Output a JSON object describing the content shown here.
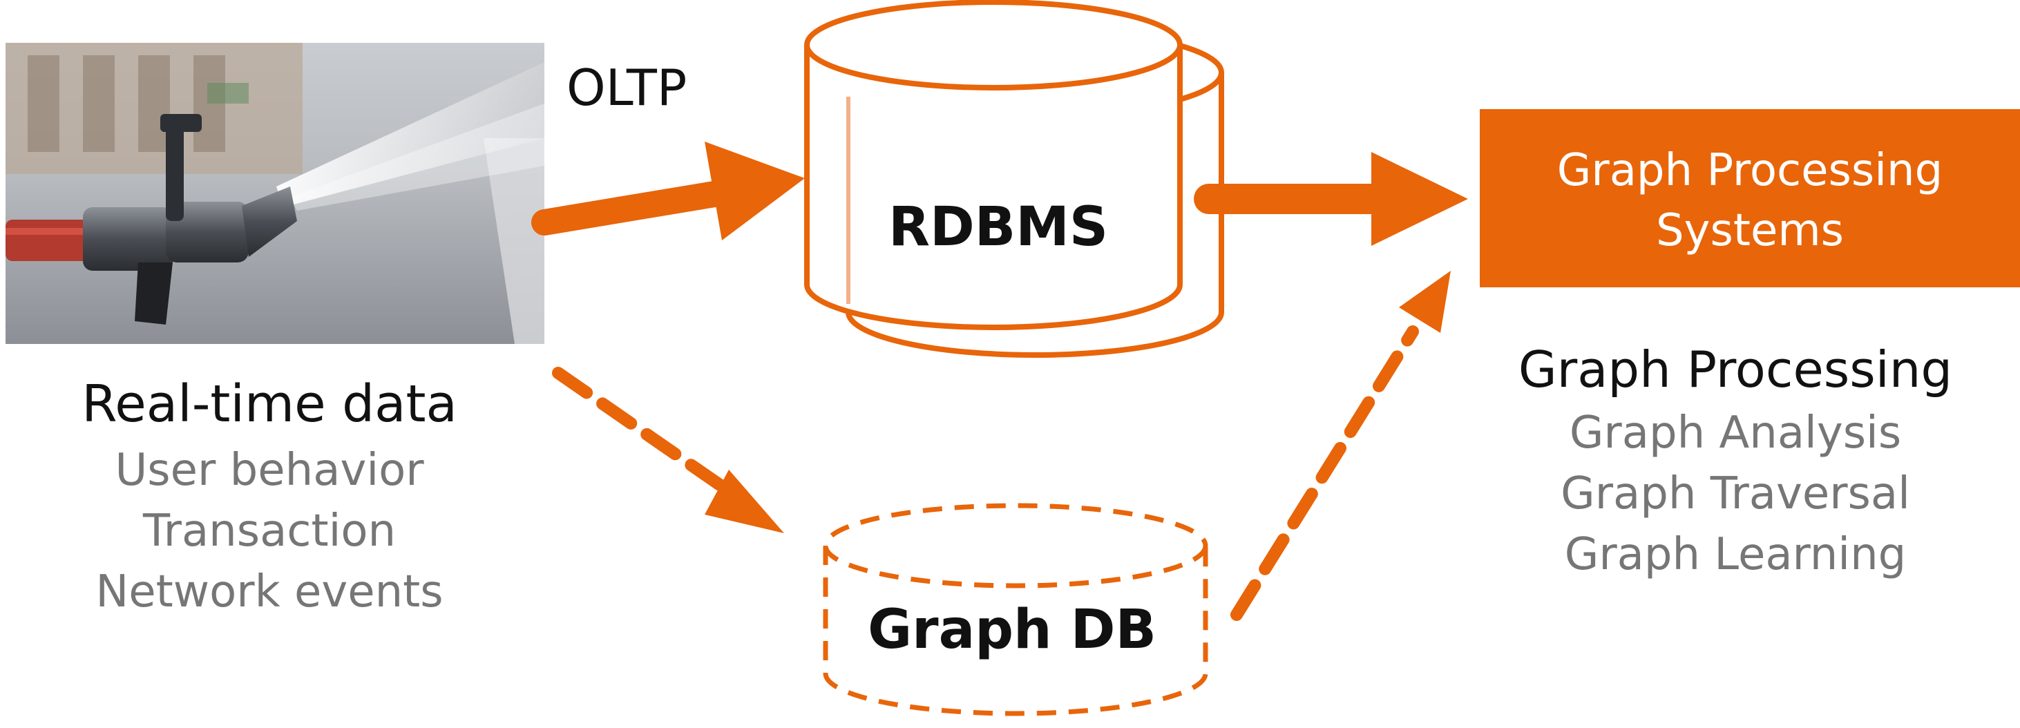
{
  "source_panel": {
    "photo_icon": "fire-hose-nozzle-photo",
    "title": "Real-time data",
    "items": [
      "User behavior",
      "Transaction",
      "Network events"
    ]
  },
  "flow": {
    "oltp_label": "OLTP"
  },
  "rdbms": {
    "label": "RDBMS"
  },
  "graph_db": {
    "label": "Graph DB"
  },
  "graph_processing_systems": {
    "line1": "Graph Processing",
    "line2": "Systems"
  },
  "graph_processing": {
    "title": "Graph Processing",
    "items": [
      "Graph Analysis",
      "Graph Traversal",
      "Graph Learning"
    ]
  },
  "colors": {
    "accent": "#E8650A",
    "text_dark": "#111111",
    "text_gray": "#767676"
  }
}
